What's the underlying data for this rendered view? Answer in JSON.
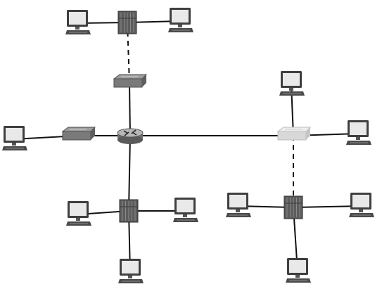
{
  "diagram": {
    "type": "network-topology",
    "colors": {
      "background": "#ffffff",
      "link": "#111111",
      "device_dark": "#5c5c5c",
      "device_mid": "#7a7a7a",
      "device_light": "#d8d8d8",
      "screen": "#e9e9e9"
    },
    "nodes": [
      {
        "id": "router",
        "kind": "router",
        "icon": "router-icon"
      },
      {
        "id": "hub-top",
        "kind": "hub",
        "icon": "hub-icon"
      },
      {
        "id": "pc-top-left",
        "kind": "pc",
        "icon": "computer-icon"
      },
      {
        "id": "pc-top-right",
        "kind": "pc",
        "icon": "computer-icon"
      },
      {
        "id": "switch-top",
        "kind": "switch",
        "icon": "switch-icon"
      },
      {
        "id": "switch-left",
        "kind": "switch",
        "icon": "switch-icon"
      },
      {
        "id": "pc-far-left",
        "kind": "pc",
        "icon": "computer-icon"
      },
      {
        "id": "hub-bottom-left",
        "kind": "hub",
        "icon": "hub-icon"
      },
      {
        "id": "pc-bl-left",
        "kind": "pc",
        "icon": "computer-icon"
      },
      {
        "id": "pc-bl-right",
        "kind": "pc",
        "icon": "computer-icon"
      },
      {
        "id": "pc-bl-bottom",
        "kind": "pc",
        "icon": "computer-icon"
      },
      {
        "id": "switch-right",
        "kind": "switch",
        "icon": "switch-icon"
      },
      {
        "id": "pc-right-top",
        "kind": "pc",
        "icon": "computer-icon"
      },
      {
        "id": "pc-right-side",
        "kind": "pc",
        "icon": "computer-icon"
      },
      {
        "id": "hub-bottom-right",
        "kind": "hub",
        "icon": "hub-icon"
      },
      {
        "id": "pc-br-left",
        "kind": "pc",
        "icon": "computer-icon"
      },
      {
        "id": "pc-br-right",
        "kind": "pc",
        "icon": "computer-icon"
      },
      {
        "id": "pc-br-bottom",
        "kind": "pc",
        "icon": "computer-icon"
      }
    ],
    "links": [
      {
        "from": "pc-top-left",
        "to": "hub-top",
        "style": "solid"
      },
      {
        "from": "hub-top",
        "to": "pc-top-right",
        "style": "solid"
      },
      {
        "from": "hub-top",
        "to": "switch-top",
        "style": "dashed"
      },
      {
        "from": "switch-top",
        "to": "router",
        "style": "solid"
      },
      {
        "from": "pc-far-left",
        "to": "switch-left",
        "style": "solid"
      },
      {
        "from": "switch-left",
        "to": "router",
        "style": "solid"
      },
      {
        "from": "router",
        "to": "switch-right",
        "style": "solid"
      },
      {
        "from": "router",
        "to": "hub-bottom-left",
        "style": "solid"
      },
      {
        "from": "pc-bl-left",
        "to": "hub-bottom-left",
        "style": "solid"
      },
      {
        "from": "hub-bottom-left",
        "to": "pc-bl-right",
        "style": "solid"
      },
      {
        "from": "hub-bottom-left",
        "to": "pc-bl-bottom",
        "style": "solid"
      },
      {
        "from": "pc-right-top",
        "to": "switch-right",
        "style": "solid"
      },
      {
        "from": "switch-right",
        "to": "pc-right-side",
        "style": "solid"
      },
      {
        "from": "switch-right",
        "to": "hub-bottom-right",
        "style": "dashed"
      },
      {
        "from": "pc-br-left",
        "to": "hub-bottom-right",
        "style": "solid"
      },
      {
        "from": "hub-bottom-right",
        "to": "pc-br-right",
        "style": "solid"
      },
      {
        "from": "hub-bottom-right",
        "to": "pc-br-bottom",
        "style": "solid"
      }
    ]
  }
}
